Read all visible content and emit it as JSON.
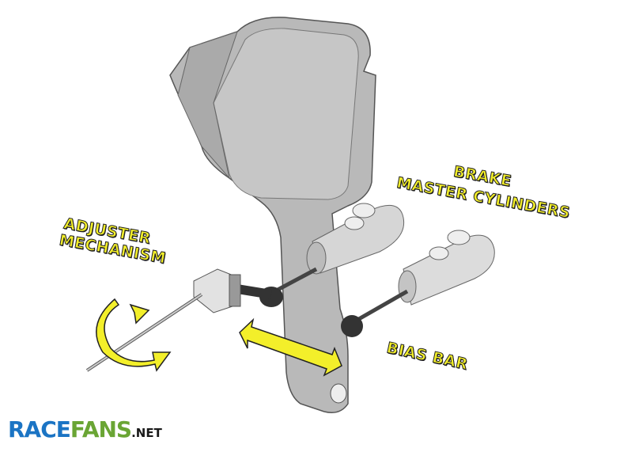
{
  "labels": {
    "brake": "BRAKE",
    "master_cylinders": "MASTER CYLINDERS",
    "adjuster": "ADJUSTER",
    "mechanism": "MECHANISM",
    "bias_bar": "BIAS BAR"
  },
  "logo": {
    "race": "RACE",
    "fans": "FANS",
    "net": ".NET"
  },
  "colors": {
    "label_fill": "#f3ef2a",
    "logo_blue": "#1b74c4",
    "logo_green": "#6aa534"
  }
}
